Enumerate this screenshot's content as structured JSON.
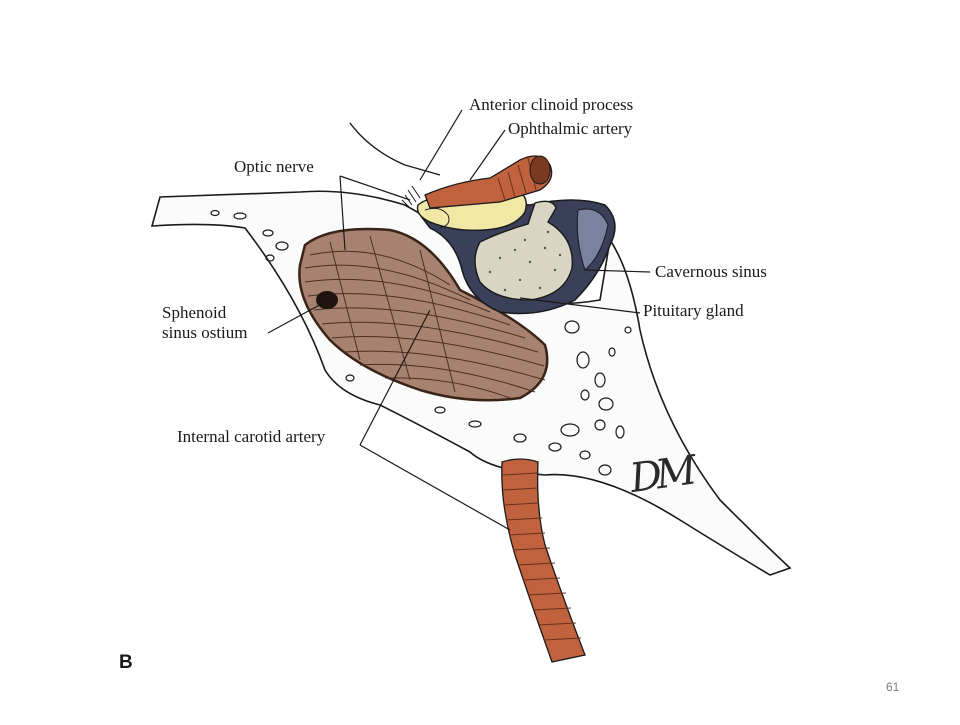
{
  "labels": {
    "anterior_clinoid": "Anterior clinoid process",
    "ophthalmic_artery": "Ophthalmic artery",
    "optic_nerve": "Optic nerve",
    "cavernous_sinus": "Cavernous sinus",
    "pituitary_gland": "Pituitary gland",
    "sphenoid_line1": "Sphenoid",
    "sphenoid_line2": "sinus ostium",
    "internal_carotid": "Internal carotid artery"
  },
  "panel_letter": "B",
  "signature": "DM",
  "page_number": "61",
  "colors": {
    "artery": "#c0623e",
    "sinus_mucosa": "#a88270",
    "pituitary": "#d8d6c2",
    "optic": "#f1e8a6",
    "venous": "#3a3f5a",
    "line": "#1a1a1a"
  }
}
